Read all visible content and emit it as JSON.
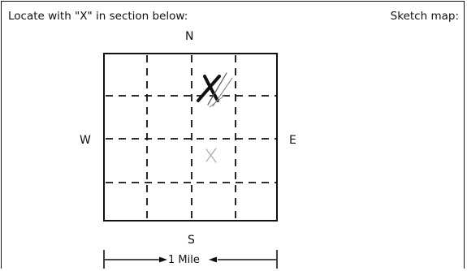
{
  "form": {
    "instruction": "Locate with \"X\" in section below:",
    "sketch_label": "Sketch map:",
    "north": "N",
    "south": "S",
    "west": "W",
    "east": "E",
    "scale_label": "1 Mile"
  },
  "marks": [
    {
      "type": "X",
      "style": "bold",
      "row": 1,
      "col": 3
    },
    {
      "type": "X",
      "style": "faint",
      "row": 3,
      "col": 3
    }
  ]
}
